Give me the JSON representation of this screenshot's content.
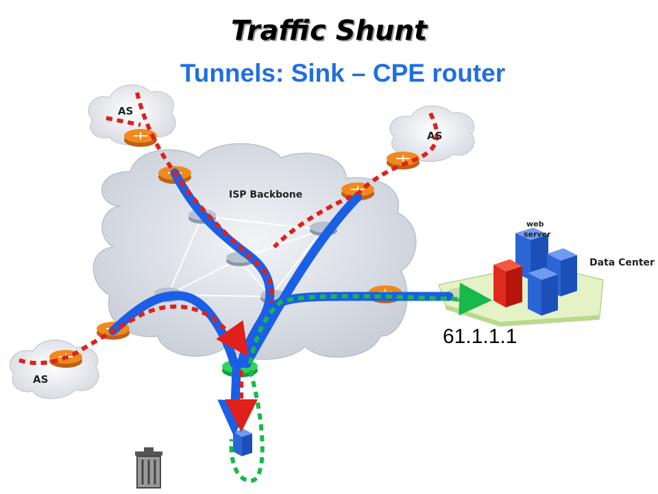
{
  "title": "Traffic Shunt",
  "subtitle": "Tunnels: Sink – CPE router",
  "labels": {
    "as": "AS",
    "isp_backbone": "ISP Backbone",
    "web_server_line1": "web",
    "web_server_line2": "server",
    "data_center": "Data Center",
    "ip_address": "61.1.1.1"
  },
  "colors": {
    "tunnel_blue": "#1a5fe6",
    "attack_red": "#e0201a",
    "legit_green": "#19b84a",
    "router_orange": "#f08a1c",
    "cloud_gray": "#dfe3ea"
  },
  "icons": [
    "router-icon",
    "core-router-icon",
    "web-server-icon",
    "sink-server-icon",
    "trash-can-icon"
  ]
}
